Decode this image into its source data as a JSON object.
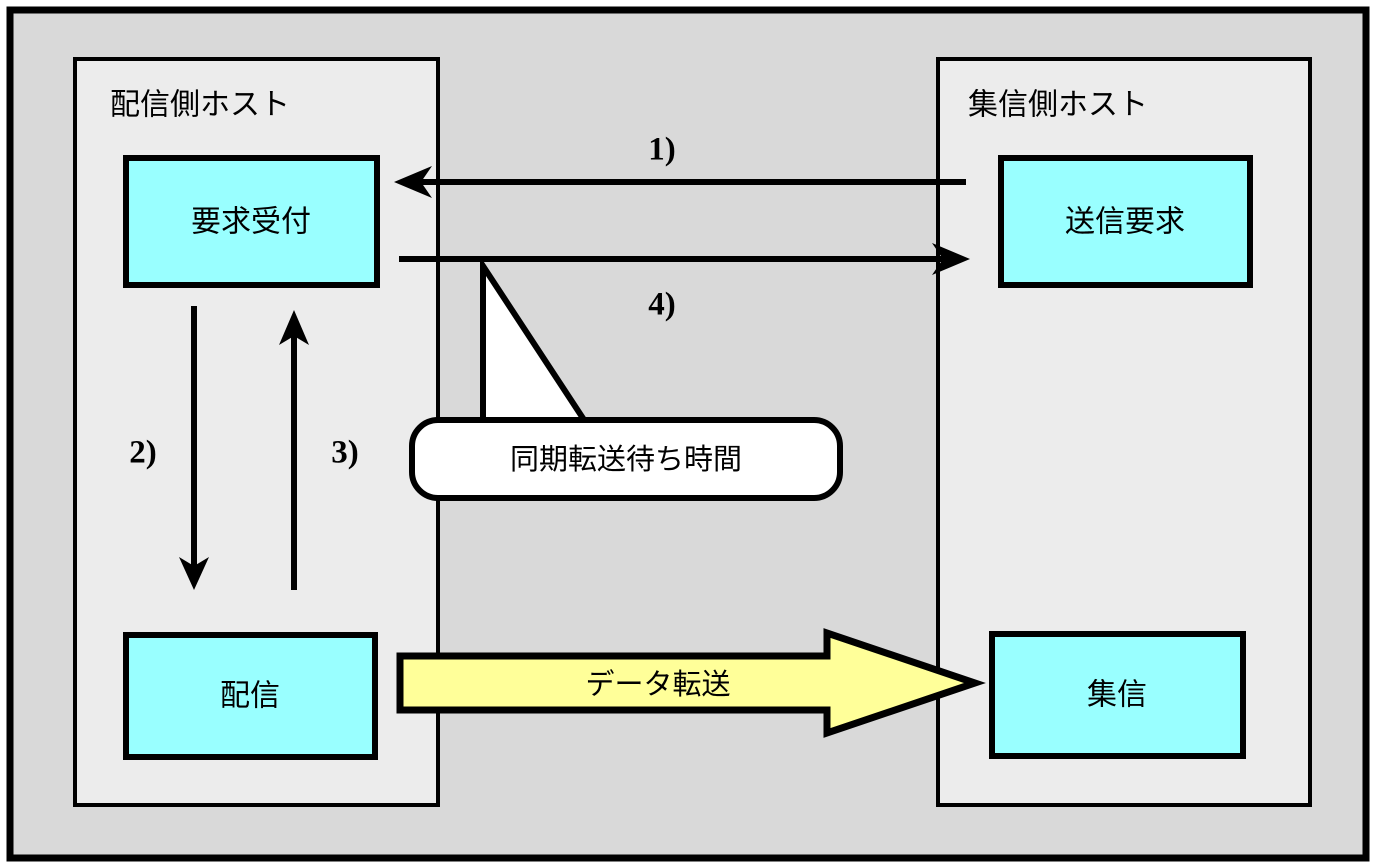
{
  "diagram": {
    "title_visible": false,
    "colors": {
      "outer_background": "#d9d9d9",
      "panel_background": "#ececec",
      "node_fill": "#99ffff",
      "transfer_arrow_fill": "#ffff99",
      "callout_fill": "#ffffff",
      "stroke": "#000000",
      "page_background": "#ffffff"
    },
    "panels": [
      {
        "id": "sender-host",
        "title": "配信側ホスト",
        "nodes": [
          {
            "id": "request-accept",
            "label": "要求受付"
          },
          {
            "id": "distribute",
            "label": "配信"
          }
        ]
      },
      {
        "id": "receiver-host",
        "title": "集信側ホスト",
        "nodes": [
          {
            "id": "send-request",
            "label": "送信要求"
          },
          {
            "id": "collect",
            "label": "集信"
          }
        ]
      }
    ],
    "flows": [
      {
        "id": "flow-1",
        "label": "1)",
        "direction": "right-to-left",
        "from": "送信要求",
        "to": "要求受付"
      },
      {
        "id": "flow-2",
        "label": "2)",
        "direction": "top-to-bottom",
        "from": "要求受付",
        "to": "配信"
      },
      {
        "id": "flow-3",
        "label": "3)",
        "direction": "bottom-to-top",
        "from": "配信",
        "to": "要求受付"
      },
      {
        "id": "flow-4",
        "label": "4)",
        "direction": "left-to-right",
        "from": "要求受付",
        "to": "送信要求"
      }
    ],
    "callout": {
      "id": "sync-wait-callout",
      "label": "同期転送待ち時間"
    },
    "transfer_arrow": {
      "id": "data-transfer-arrow",
      "label": "データ転送",
      "direction": "left-to-right",
      "from": "配信",
      "to": "集信"
    }
  }
}
